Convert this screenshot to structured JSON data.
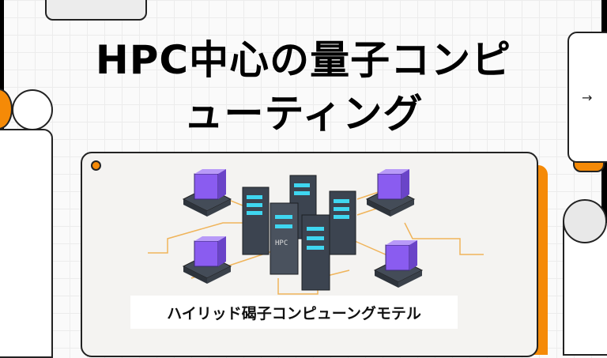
{
  "slide": {
    "title_line1": "HPC中心の量子コンピ",
    "title_line2": "ューティング",
    "image_caption": "ハイリッド碣子コンピューングモテル",
    "image_label": "HPC",
    "next_arrow": "→"
  },
  "colors": {
    "accent": "#f58a07",
    "border": "#222222",
    "cube": "#8a5cf0",
    "server": "#3c4450",
    "screen": "#3fd6f0"
  }
}
